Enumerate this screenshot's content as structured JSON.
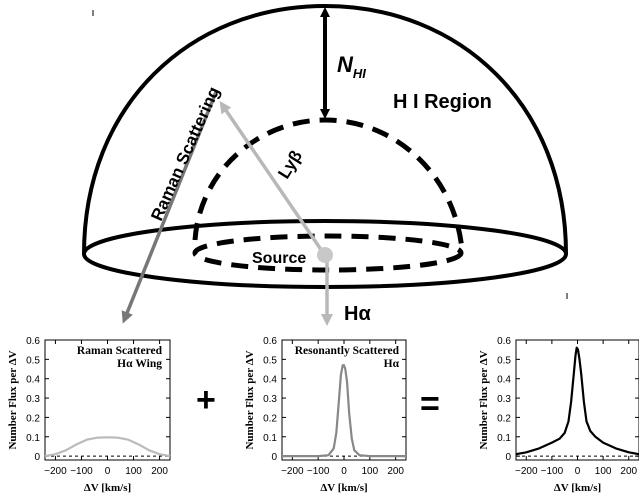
{
  "diagram": {
    "column_density_label_main": "N",
    "column_density_label_sub": "HI",
    "region_label": "H I Region",
    "scattering_label": "Raman Scattering",
    "lyb_label": "Lyβ",
    "source_label": "Source",
    "halpha_label": "Hα",
    "plus_sign": "+",
    "equals_sign": "="
  },
  "colors": {
    "dome_line": "#000000",
    "raman_arrow": "#777777",
    "lyb_arrow": "#b8b8b8",
    "source_dot": "#c8c8c8",
    "panel1_curve": "#bbbbbb",
    "panel2_curve": "#888888",
    "panel3_curve": "#000000"
  },
  "panels": [
    {
      "title_line1": "Raman Scattered",
      "title_line2": "Hα Wing",
      "ylabel": "Number Flux per ΔV",
      "xlabel": "ΔV [km/s]",
      "yticks": [
        "0",
        "0.1",
        "0.2",
        "0.3",
        "0.4",
        "0.5",
        "0.6"
      ],
      "xticks": [
        "−200",
        "−100",
        "0",
        "100",
        "200"
      ]
    },
    {
      "title_line1": "Resonantly Scattered",
      "title_line2": "Hα",
      "ylabel": "Number Flux per ΔV",
      "xlabel": "ΔV [km/s]",
      "yticks": [
        "0",
        "0.1",
        "0.2",
        "0.3",
        "0.4",
        "0.5",
        "0.6"
      ],
      "xticks": [
        "−200",
        "−100",
        "0",
        "100",
        "200"
      ]
    },
    {
      "title_line1": "",
      "title_line2": "",
      "ylabel": "Number Flux per ΔV",
      "xlabel": "ΔV [km/s]",
      "yticks": [
        "0",
        "0.1",
        "0.2",
        "0.3",
        "0.4",
        "0.5",
        "0.6"
      ],
      "xticks": [
        "−200",
        "−100",
        "0",
        "100",
        "200"
      ]
    }
  ],
  "chart_data": [
    {
      "type": "line",
      "xlabel": "ΔV [km/s]",
      "ylabel": "Number Flux per ΔV",
      "xlim": [
        -240,
        240
      ],
      "ylim": [
        -0.02,
        0.6
      ],
      "series": [
        {
          "x": [
            -240,
            -200,
            -160,
            -120,
            -80,
            -40,
            -10,
            10,
            40,
            80,
            120,
            160,
            200,
            240
          ],
          "values": [
            0.0,
            0.01,
            0.03,
            0.06,
            0.085,
            0.095,
            0.097,
            0.097,
            0.095,
            0.085,
            0.06,
            0.03,
            0.01,
            0.0
          ]
        }
      ]
    },
    {
      "type": "line",
      "xlabel": "ΔV [km/s]",
      "ylabel": "Number Flux per ΔV",
      "xlim": [
        -240,
        240
      ],
      "ylim": [
        -0.02,
        0.6
      ],
      "series": [
        {
          "x": [
            -240,
            -100,
            -60,
            -40,
            -30,
            -20,
            -12,
            -5,
            0,
            5,
            12,
            20,
            30,
            40,
            60,
            100,
            240
          ],
          "values": [
            0,
            0,
            0.005,
            0.04,
            0.12,
            0.28,
            0.42,
            0.47,
            0.47,
            0.45,
            0.38,
            0.22,
            0.09,
            0.03,
            0.005,
            0,
            0
          ]
        }
      ]
    },
    {
      "type": "line",
      "xlabel": "ΔV [km/s]",
      "ylabel": "Number Flux per ΔV",
      "xlim": [
        -240,
        240
      ],
      "ylim": [
        -0.02,
        0.6
      ],
      "series": [
        {
          "x": [
            -240,
            -200,
            -150,
            -100,
            -70,
            -50,
            -35,
            -25,
            -15,
            -8,
            -3,
            2,
            8,
            15,
            25,
            35,
            50,
            70,
            100,
            150,
            200,
            240
          ],
          "values": [
            0.01,
            0.02,
            0.04,
            0.07,
            0.09,
            0.12,
            0.18,
            0.28,
            0.42,
            0.52,
            0.56,
            0.55,
            0.5,
            0.42,
            0.28,
            0.18,
            0.13,
            0.1,
            0.07,
            0.04,
            0.02,
            0.01
          ]
        }
      ]
    }
  ]
}
